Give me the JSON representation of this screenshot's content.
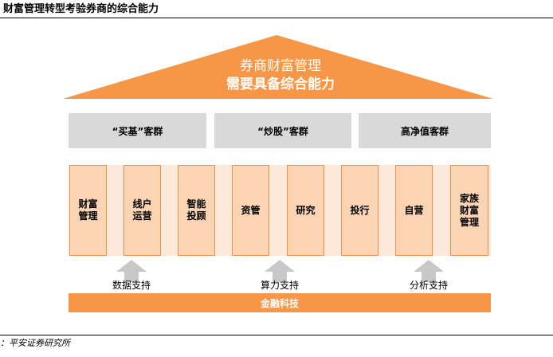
{
  "title": "财富管理转型考验券商的综合能力",
  "roof": {
    "line1": "券商财富管理",
    "line2": "需要具备综合能力"
  },
  "groups": [
    {
      "label": "“买基”客群"
    },
    {
      "label": "“炒股”客群"
    },
    {
      "label": "高净值客群"
    }
  ],
  "functions": [
    {
      "label": "财富\n管理"
    },
    {
      "label": "线户\n运营"
    },
    {
      "label": "智能\n投顾"
    },
    {
      "label": "资管"
    },
    {
      "label": "研究"
    },
    {
      "label": "投行"
    },
    {
      "label": "自营"
    },
    {
      "label": "家族\n财富\n管理"
    }
  ],
  "supports": [
    {
      "label": "数据支持"
    },
    {
      "label": "算力支持"
    },
    {
      "label": "分析支持"
    }
  ],
  "foundation": {
    "label": "金融科技"
  },
  "source": "：平安证券研究所",
  "colors": {
    "orange": "#f79646",
    "light_orange": "#fbd4b4",
    "band": "#fde9d9",
    "gray": "#d9d9d9",
    "arrow_gray": "#c8c8c8"
  }
}
